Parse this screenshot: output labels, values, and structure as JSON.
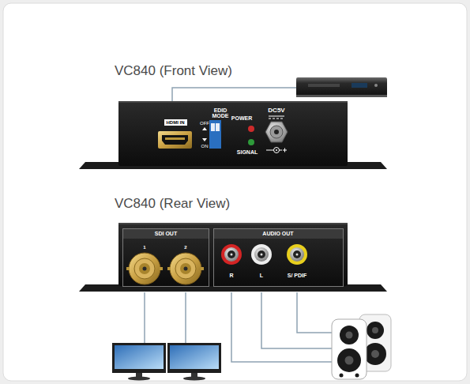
{
  "diagram": {
    "nodes": [
      {
        "text": [
          "EDID MODE",
          "OFF",
          "ON",
          "POWER",
          "SIGNAL",
          "DC5V"
        ]
      },
      {
        "text": [
          "HDMI IN"
        ],
        "in": 0
      },
      {
        "text": [
          "SDI OUT",
          "1",
          "2"
        ]
      },
      {
        "text": [
          "AUDIO OUT",
          "R",
          "L",
          "S/ PDIF"
        ]
      }
    ],
    "labels": [
      "VC840 (Front View)",
      "VC840 (Rear View)"
    ]
  }
}
